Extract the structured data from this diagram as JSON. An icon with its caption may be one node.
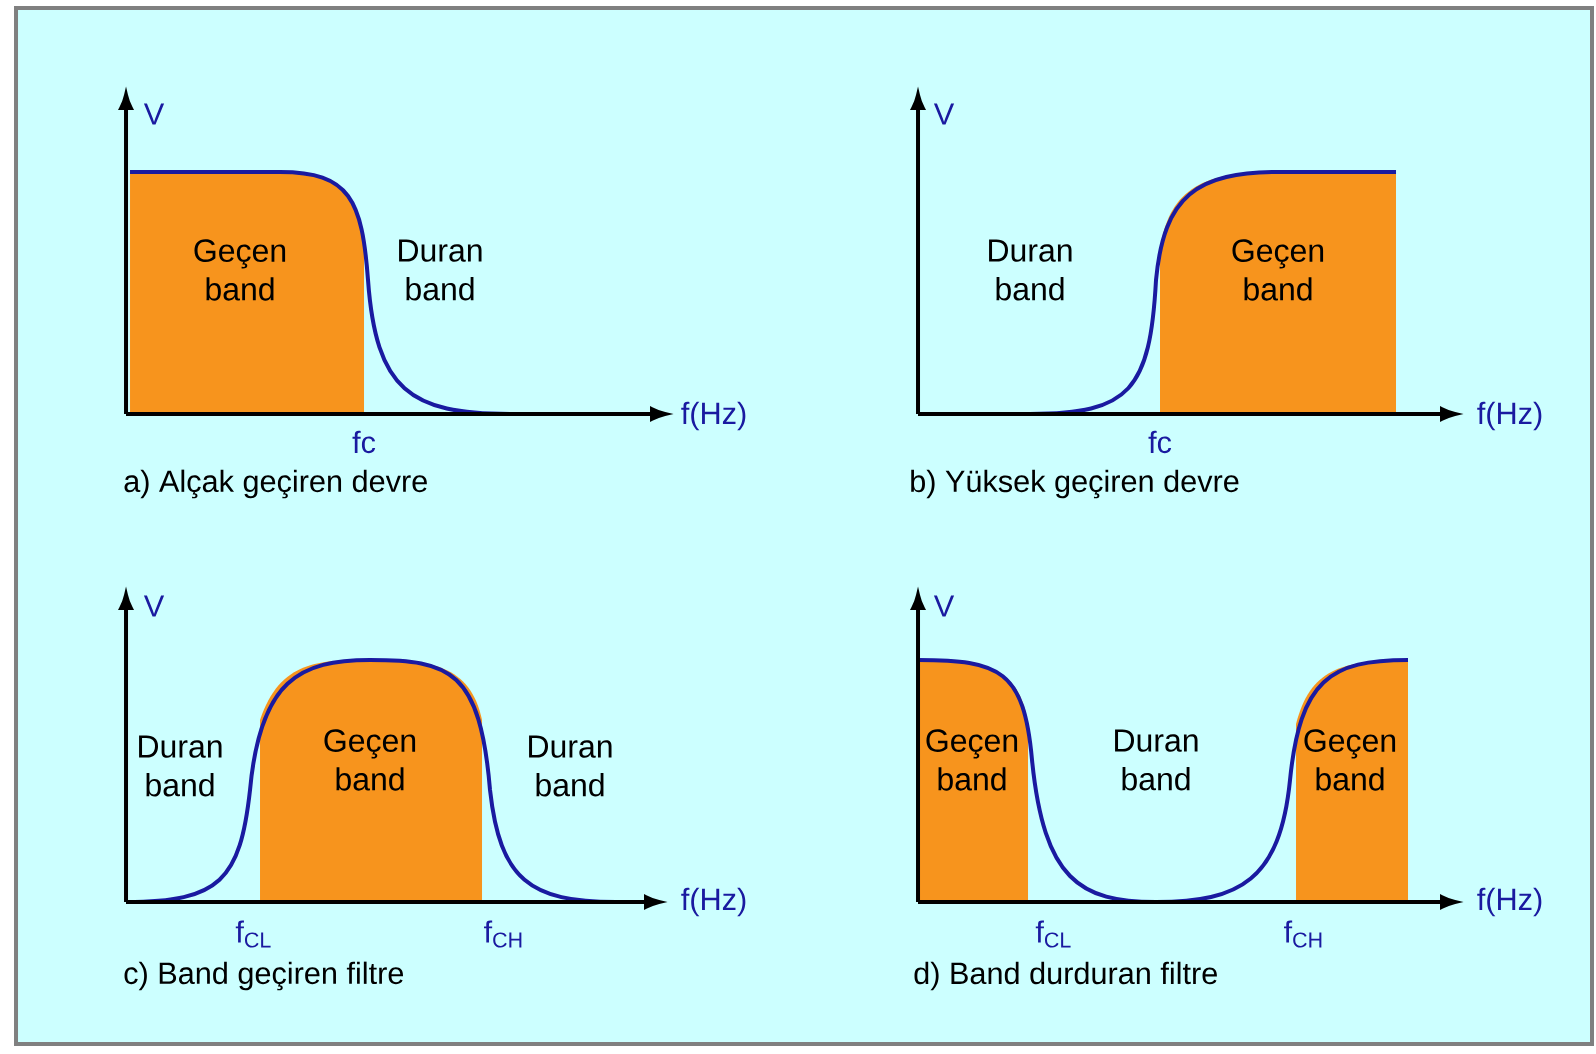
{
  "diagram": {
    "nodes": [
      {
        "text": [
          "Geçen band"
        ]
      },
      {
        "text": [
          "Geçen band"
        ]
      },
      {
        "text": [
          "Geçen band"
        ]
      },
      {
        "text": [
          "Geçen band"
        ]
      },
      {
        "text": [
          "Geçen band"
        ]
      }
    ],
    "labels": [
      "V",
      "Duran band",
      "f(Hz)",
      "fc",
      "a) Alçak geçiren devre",
      "V",
      "Duran band",
      "f(Hz)",
      "fc",
      "b) Yüksek geçiren devre",
      "V",
      "Duran band",
      "Duran band",
      "f(Hz)",
      "f$_{CL}$",
      "f$_{CH}$",
      "c) Band geçiren filtre",
      "V",
      "Duran band",
      "f(Hz)",
      "f$_{CL}$",
      "f$_{CH}$",
      "d) Band durduran filtre"
    ]
  }
}
